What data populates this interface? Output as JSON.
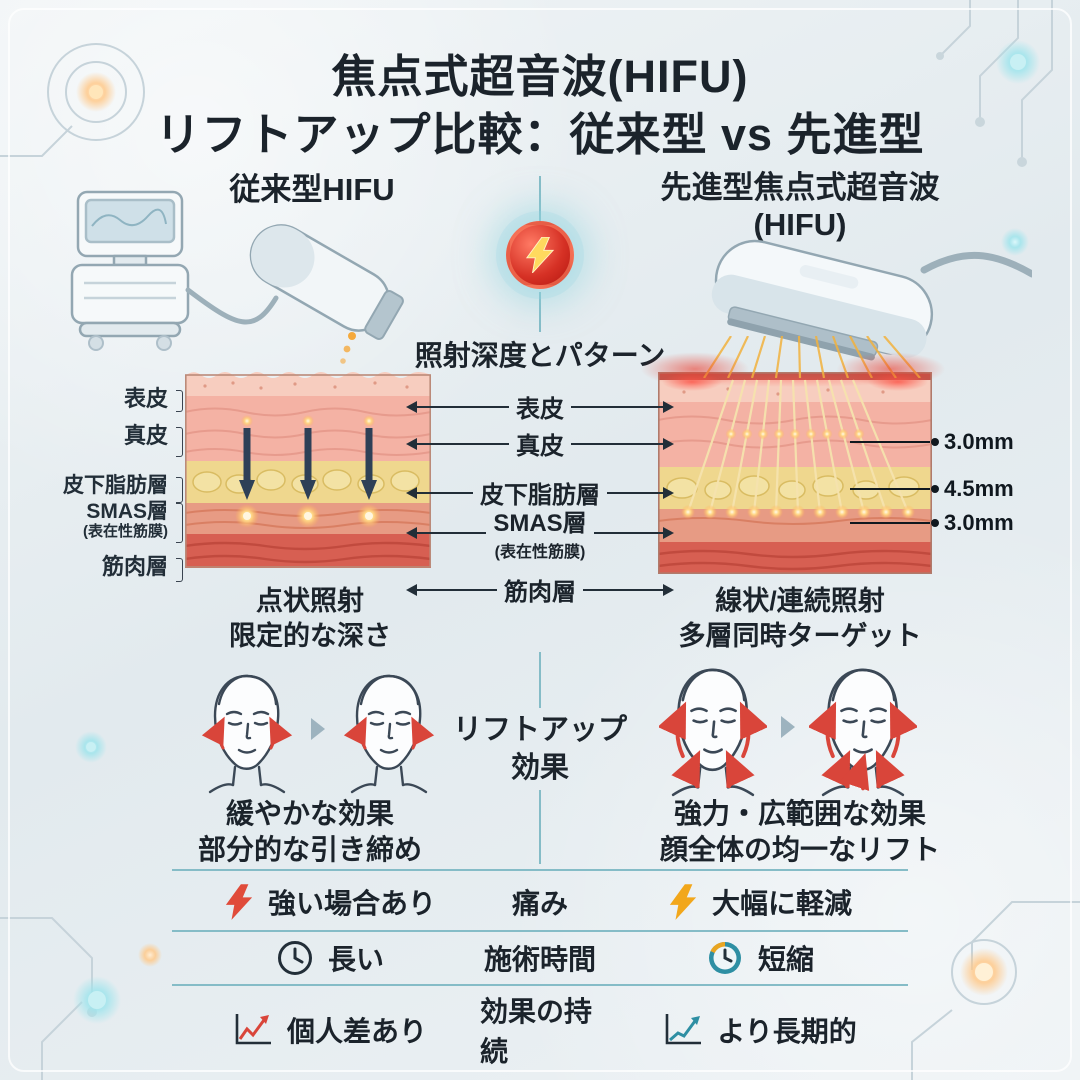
{
  "title": {
    "line1": "焦点式超音波(HIFU)",
    "line2": "リフトアップ比較：従来型 vs 先進型"
  },
  "left_column": {
    "heading": "従来型HIFU",
    "pattern_line1": "点状照射",
    "pattern_line2": "限定的な深さ",
    "effect_line1": "緩やかな効果",
    "effect_line2": "部分的な引き締め"
  },
  "right_column": {
    "heading_line1": "先進型焦点式超音波",
    "heading_line2": "(HIFU)",
    "pattern_line1": "線状/連続照射",
    "pattern_line2": "多層同時ターゲット",
    "effect_line1": "強力・広範囲な効果",
    "effect_line2": "顔全体の均一なリフト",
    "depth_markers": [
      "3.0mm",
      "4.5mm",
      "3.0mm"
    ]
  },
  "center_column": {
    "depth_section_title": "照射深度とパターン",
    "lift_title_line1": "リフトアップ",
    "lift_title_line2": "効果"
  },
  "skin_labels": {
    "epidermis": "表皮",
    "dermis": "真皮",
    "fat": "皮下脂肪層",
    "smas": "SMAS層",
    "smas_sub": "(表在性筋膜)",
    "muscle": "筋肉層"
  },
  "comparison": {
    "rows": [
      {
        "label": "痛み",
        "left": "強い場合あり",
        "right": "大幅に軽減"
      },
      {
        "label": "施術時間",
        "left": "長い",
        "right": "短縮"
      },
      {
        "label": "効果の持続",
        "left": "個人差あり",
        "right": "より長期的"
      }
    ]
  },
  "icons": {
    "vs_badge": "lightning-icon",
    "pain_left": "lightning-red-icon",
    "pain_right": "lightning-yellow-icon",
    "time_left": "clock-outline-icon",
    "time_right": "clock-filled-icon",
    "duration_left": "chart-zigzag-red-icon",
    "duration_right": "chart-rising-teal-icon"
  },
  "colors": {
    "accent_teal": "#85bcc7",
    "badge_red": "#d63125",
    "lightning_red": "#e04b3a",
    "lightning_yellow": "#f2a71b",
    "chart_red": "#d9453a",
    "chart_teal": "#2e8fa3",
    "arrow_navy": "#2e4057",
    "text_dark": "#1c242c"
  }
}
